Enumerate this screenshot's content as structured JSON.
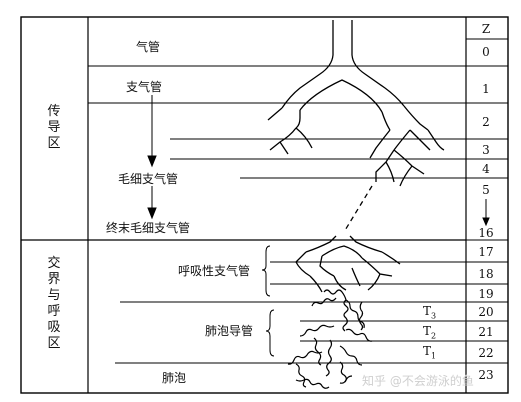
{
  "zones": {
    "conducting": "传导区",
    "respiratory": "交界与呼吸区"
  },
  "labels": {
    "trachea": "气管",
    "bronchi": "支气管",
    "bronchioles": "毛细支气管",
    "terminal_bronchioles": "终末毛细支气管",
    "respiratory_bronchioles": "呼吸性支气管",
    "alveolar_ducts": "肺泡导管",
    "alveoli": "肺泡"
  },
  "generation_header": "Z",
  "generations": [
    "0",
    "1",
    "2",
    "3",
    "4",
    "5",
    "16",
    "17",
    "18",
    "19",
    "20",
    "21",
    "22",
    "23"
  ],
  "t_labels": {
    "t3": {
      "base": "T",
      "sub": "3"
    },
    "t2": {
      "base": "T",
      "sub": "2"
    },
    "t1": {
      "base": "T",
      "sub": "1"
    }
  },
  "watermark": "知乎 @不会游泳的鱼"
}
